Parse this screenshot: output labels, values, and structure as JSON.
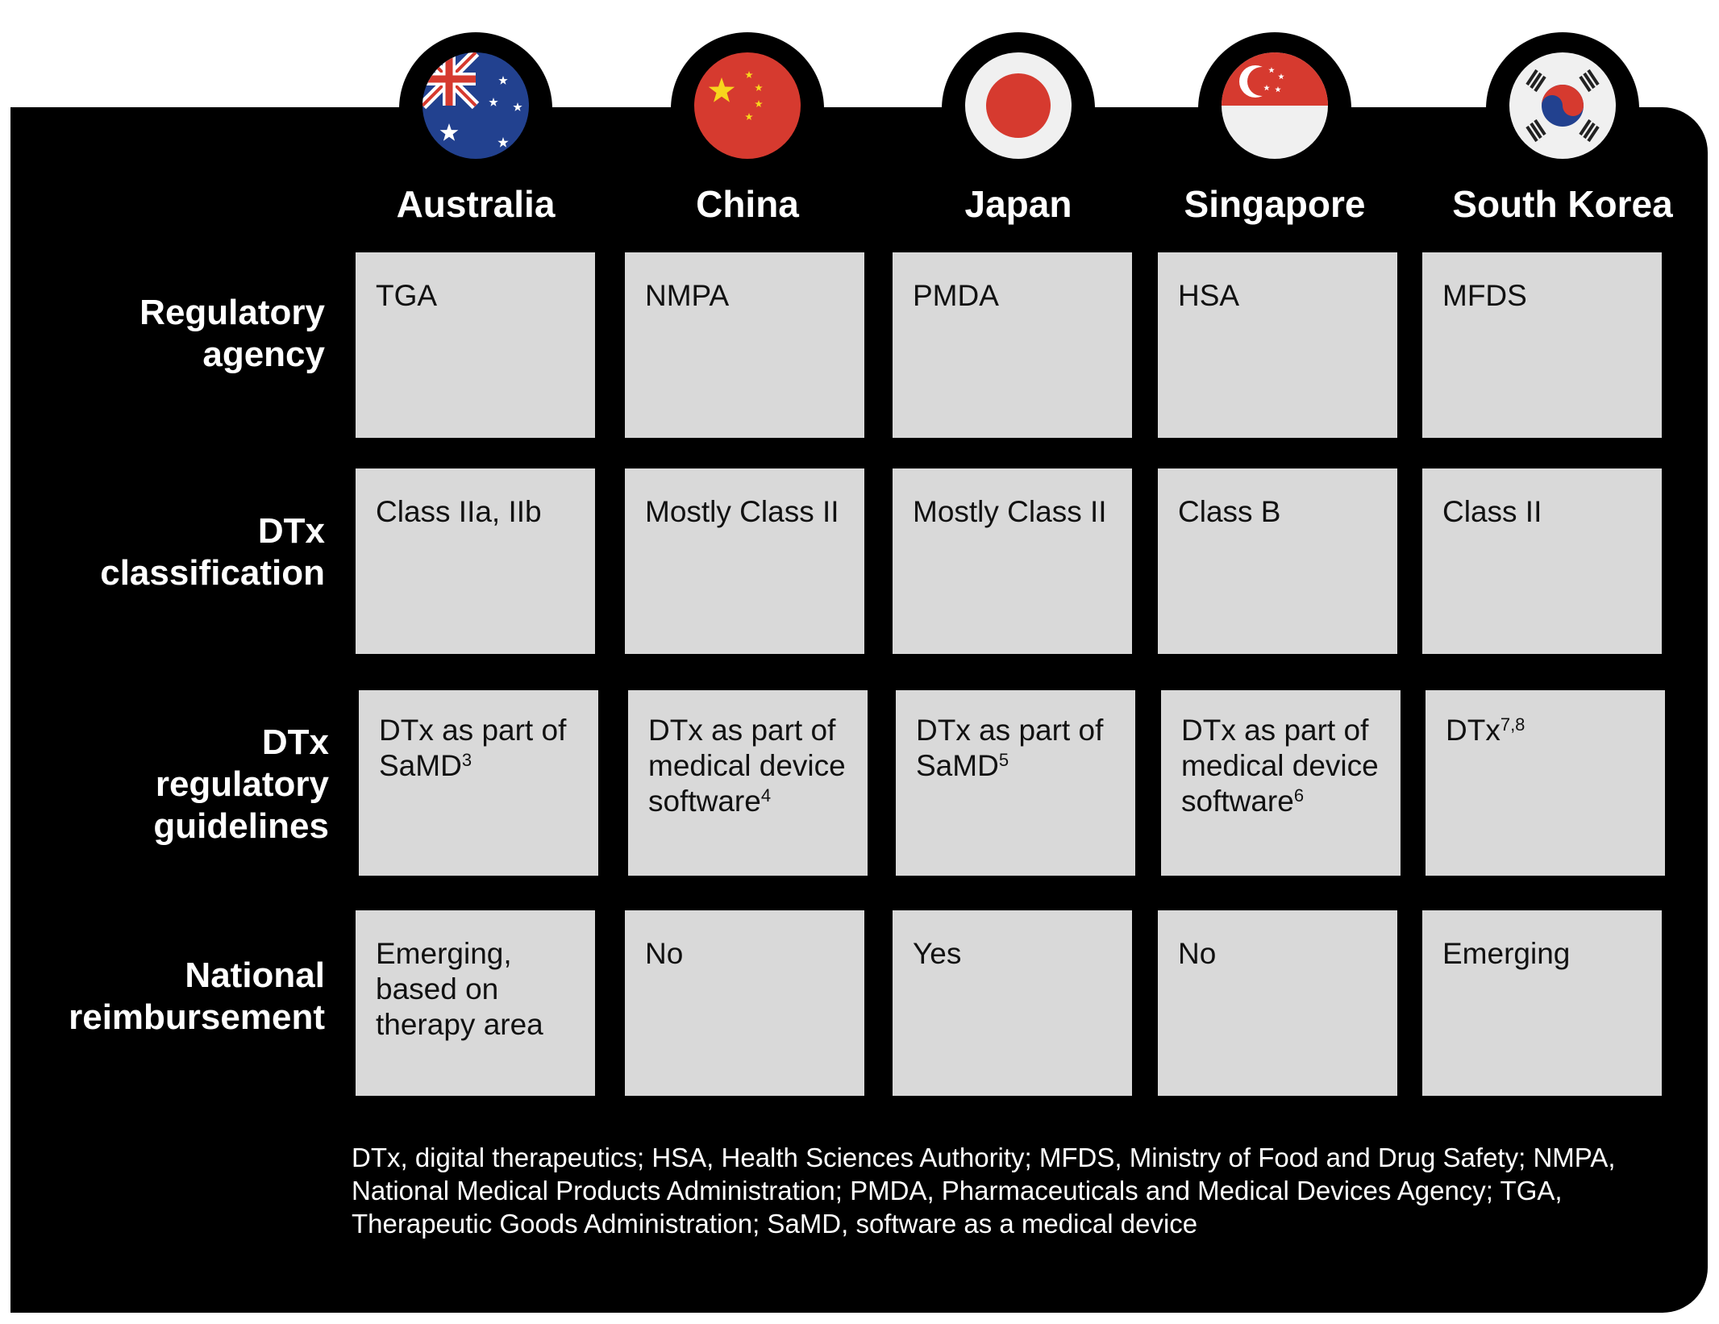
{
  "countries": [
    {
      "name": "Australia",
      "flag": "australia-flag-icon"
    },
    {
      "name": "China",
      "flag": "china-flag-icon"
    },
    {
      "name": "Japan",
      "flag": "japan-flag-icon"
    },
    {
      "name": "Singapore",
      "flag": "singapore-flag-icon"
    },
    {
      "name": "South Korea",
      "flag": "south-korea-flag-icon"
    }
  ],
  "rows": [
    {
      "label_lines": [
        "Regulatory",
        "agency"
      ],
      "cells": [
        {
          "text": "TGA",
          "sup": ""
        },
        {
          "text": "NMPA",
          "sup": ""
        },
        {
          "text": "PMDA",
          "sup": ""
        },
        {
          "text": "HSA",
          "sup": ""
        },
        {
          "text": "MFDS",
          "sup": ""
        }
      ]
    },
    {
      "label_lines": [
        "DTx",
        "classification"
      ],
      "cells": [
        {
          "text": "Class IIa, IIb",
          "sup": ""
        },
        {
          "text": "Mostly Class II",
          "sup": ""
        },
        {
          "text": "Mostly Class II",
          "sup": ""
        },
        {
          "text": "Class B",
          "sup": ""
        },
        {
          "text": "Class II",
          "sup": ""
        }
      ]
    },
    {
      "label_lines": [
        "DTx",
        "regulatory",
        "guidelines"
      ],
      "cells": [
        {
          "text": "DTx as part of SaMD",
          "sup": "3"
        },
        {
          "text": "DTx as part of medical device software",
          "sup": "4"
        },
        {
          "text": "DTx as part of SaMD",
          "sup": "5"
        },
        {
          "text": "DTx as part of medical device software",
          "sup": "6"
        },
        {
          "text": "DTx",
          "sup": "7,8"
        }
      ]
    },
    {
      "label_lines": [
        "National",
        "reimbursement"
      ],
      "cells": [
        {
          "text": "Emerging, based on therapy area",
          "sup": ""
        },
        {
          "text": "No",
          "sup": ""
        },
        {
          "text": "Yes",
          "sup": ""
        },
        {
          "text": "No",
          "sup": ""
        },
        {
          "text": "Emerging",
          "sup": ""
        }
      ]
    }
  ],
  "footnote": "DTx, digital therapeutics; HSA, Health Sciences Authority; MFDS, Ministry of Food and Drug Safety; NMPA, National Medical Products Administration; PMDA, Pharmaceuticals and Medical Devices Agency; TGA, Therapeutic Goods Administration; SaMD, software as a medical device",
  "colors": {
    "panel": "#000000",
    "cell": "#d9d9d9",
    "flag_red": "#d63a2f",
    "flag_blue": "#22418f"
  }
}
